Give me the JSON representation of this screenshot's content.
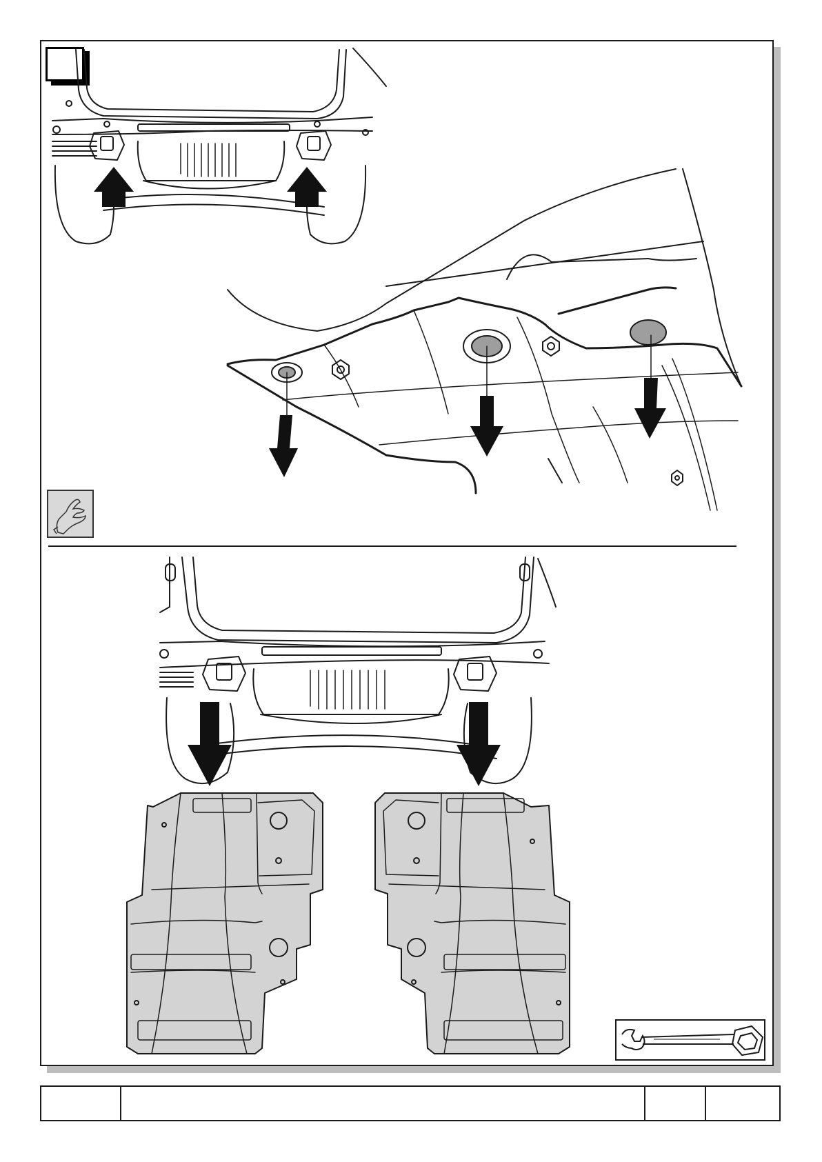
{
  "page": {
    "step_number": "",
    "colors": {
      "line": "#1a1a1a",
      "shield_fill": "#d3d3d3",
      "plug_fill": "#9e9e9e",
      "shadow": "#bdbdbd"
    }
  },
  "figures": {
    "top_overview": {
      "icon": "car-rear-underbody-icon",
      "arrow_direction": "up"
    },
    "detail_view": {
      "icon": "underbody-plugs-detail-icon",
      "arrow_direction": "down",
      "plug_count": 3
    },
    "bottom_view": {
      "icon": "car-rear-underbody-icon",
      "arrow_direction": "down"
    },
    "shields": {
      "icon": "underbody-shield-icon",
      "count": 2
    }
  },
  "icons": {
    "hand": "hand-remove-icon",
    "wrench": "wrench-icon"
  },
  "footer": {
    "cells": [
      "",
      "",
      "",
      ""
    ]
  }
}
